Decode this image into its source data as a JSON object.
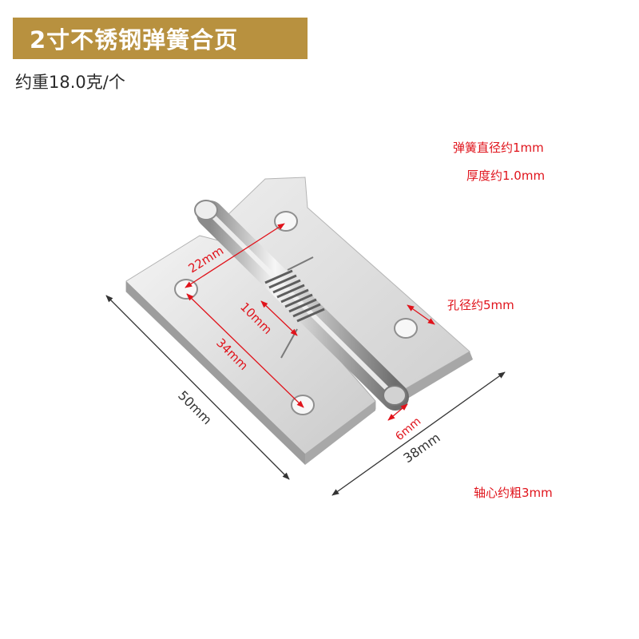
{
  "header": {
    "title": "2寸不锈钢弹簧合页",
    "weight": "约重18.0克/个"
  },
  "specs": {
    "spring_diameter": "弹簧直径约1mm",
    "thickness": "厚度约1.0mm",
    "hole_diameter": "孔径约5mm",
    "axle": "轴心约粗3mm"
  },
  "dimensions": {
    "length": "50mm",
    "width": "38mm",
    "hole_spacing_diag": "22mm",
    "spring_length": "10mm",
    "hole_spacing": "34mm",
    "pin_end": "6mm"
  },
  "colors": {
    "title_bg": "#b8913f",
    "annotation": "#e0131b",
    "dimension_line": "#333333"
  }
}
